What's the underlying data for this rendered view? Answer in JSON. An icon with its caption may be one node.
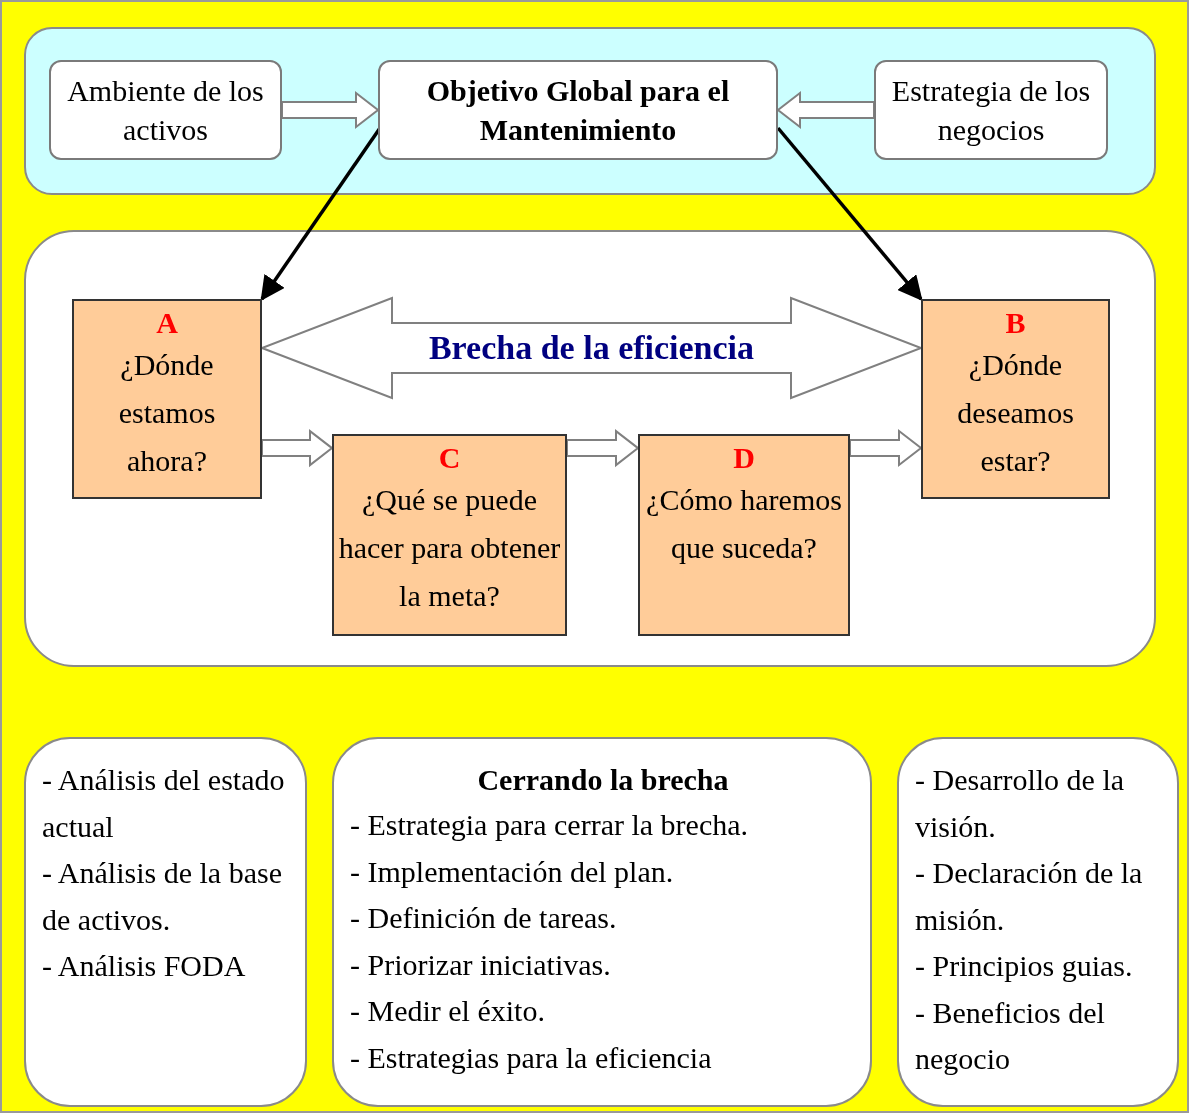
{
  "diagram": {
    "nodes": [
      {
        "text": [],
        "shape": "box"
      },
      {
        "text": [
          "Ambiente de los activos"
        ],
        "in": 0
      },
      {
        "text": [
          "Objetivo Global para el Mantenimiento"
        ],
        "in": 0
      },
      {
        "text": [
          "Estrategia de los negocios"
        ],
        "in": 0
      },
      {
        "text": [],
        "shape": "box"
      },
      {
        "text": [
          "A",
          "¿Dónde estamos ahora?"
        ],
        "in": 4
      },
      {
        "text": [
          "B",
          "¿Dónde deseamos estar?"
        ],
        "in": 4
      },
      {
        "text": [
          "C",
          "¿Qué se puede hacer para obtener la meta?"
        ],
        "in": 4
      },
      {
        "text": [
          "D",
          "¿Cómo haremos que suceda?"
        ],
        "in": 4
      },
      {
        "text": [
          "- Análisis del estado actual",
          "- Análisis de la base de activos.",
          "- Análisis FODA"
        ]
      },
      {
        "text": [
          "Cerrando la brecha",
          "- Estrategia para cerrar la brecha.",
          "- Implementación del plan.",
          "- Definición de tareas.",
          "- Priorizar iniciativas.",
          "- Medir el éxito.",
          "- Estrategias para la eficiencia"
        ]
      },
      {
        "text": [
          "- Desarrollo de la visión.",
          "- Declaración de la misión.",
          "- Principios guias.",
          "- Beneficios del negocio"
        ]
      }
    ],
    "edges": [
      {
        "from": 1,
        "to": 2,
        "arrow": "to"
      },
      {
        "from": 3,
        "to": 2,
        "arrow": "to"
      },
      {
        "from": 2,
        "to": 5,
        "arrow": "to",
        "color": "#000000"
      },
      {
        "from": 2,
        "to": 6,
        "arrow": "to",
        "color": "#000000"
      },
      {
        "from": 5,
        "to": 6,
        "arrow": "both",
        "label": "Brecha de la eficiencia",
        "style": "thick"
      },
      {
        "from": 5,
        "to": 7,
        "arrow": "to"
      },
      {
        "from": 7,
        "to": 8,
        "arrow": "to"
      },
      {
        "from": 8,
        "to": 6,
        "arrow": "to"
      }
    ]
  }
}
